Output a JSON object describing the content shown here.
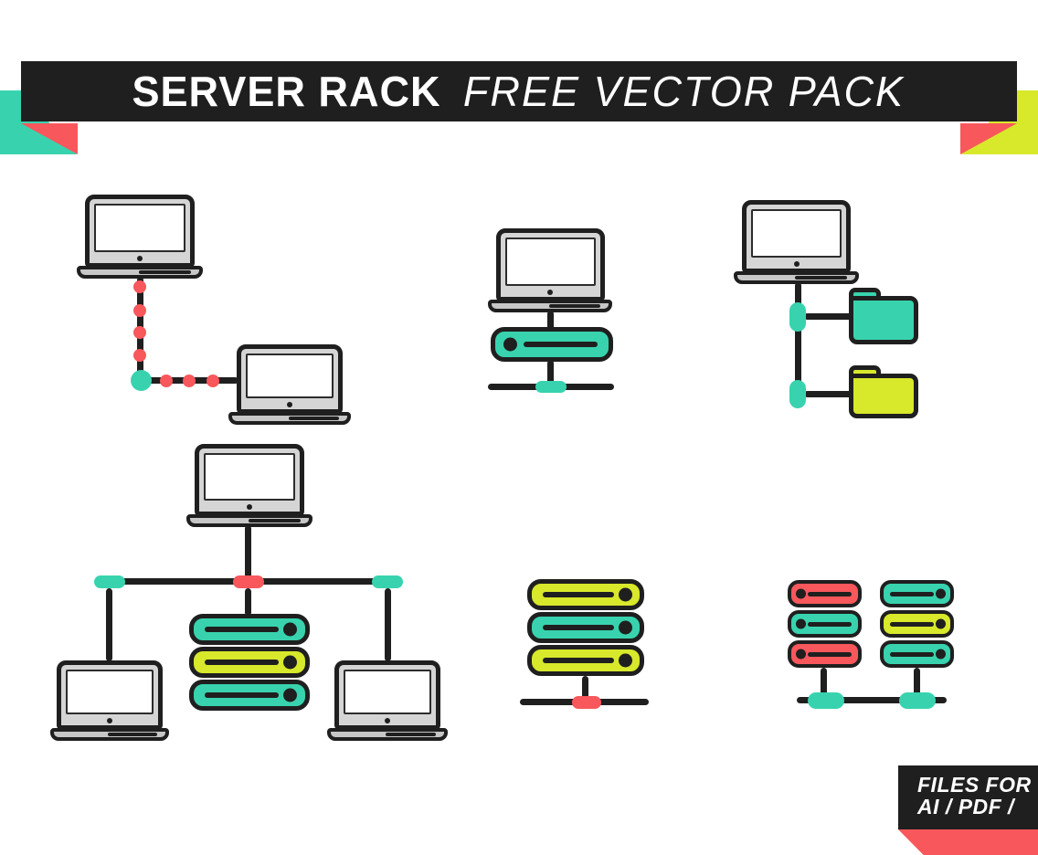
{
  "banner": {
    "title_primary": "SERVER RACK",
    "title_secondary": "FREE VECTOR PACK"
  },
  "badge": {
    "line1": "FILES FOR",
    "line2": "AI / PDF /"
  },
  "colors": {
    "ink": "#1f1f1f",
    "teal": "#38d3ae",
    "yellow": "#d8e82b",
    "red": "#f8575c",
    "bezel": "#d5d5d5",
    "base_gray": "#c7c7c7",
    "white": "#ffffff"
  },
  "icons": {
    "laptop": "laptop-icon",
    "server_unit": "server-unit-icon",
    "folder": "folder-icon",
    "connector_pill": "connector-pill",
    "hub_node": "hub-node-circle",
    "packet_dot": "data-packet-dot"
  },
  "illustrations": [
    {
      "name": "p2p-laptops-icon",
      "description": "two laptops linked by dotted elbow cable with hub node"
    },
    {
      "name": "laptop-server-icon",
      "description": "laptop connected to single teal server over network bus"
    },
    {
      "name": "laptop-folders-icon",
      "description": "laptop branching to teal and yellow folders"
    },
    {
      "name": "network-topology-icon",
      "description": "laptop above bus linking two laptops and a 3U rack"
    },
    {
      "name": "server-rack-icon",
      "description": "3U rack yellow-teal-yellow on network bus"
    },
    {
      "name": "linked-server-racks-icon",
      "description": "red and teal 3U racks joined by a bus"
    }
  ]
}
